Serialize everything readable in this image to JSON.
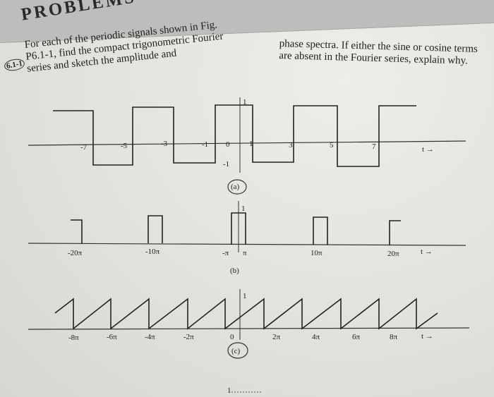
{
  "heading": "PROBLEMS",
  "problem": {
    "number": "6.1-1",
    "text_left": "For each of the periodic signals shown in Fig. P6.1-1, find the compact trigonometric Fourier series and sketch the amplitude and",
    "text_right": "phase spectra. If either the sine or cosine terms are absent in the Fourier series, explain why."
  },
  "figure_a": {
    "label": "(a)",
    "ticks": [
      "-7",
      "-5",
      "-3",
      "-1",
      "0",
      "1",
      "3",
      "5",
      "7"
    ],
    "level_high": "1",
    "level_low": "-1",
    "axis_var": "t →"
  },
  "figure_b": {
    "label": "(b)",
    "ticks": [
      "-20π",
      "-10π",
      "-π",
      "π",
      "10π",
      "20π"
    ],
    "level_high": "1",
    "axis_var": "t →"
  },
  "figure_c": {
    "label": "(c)",
    "ticks": [
      "-8π",
      "-6π",
      "-4π",
      "-2π",
      "0",
      "2π",
      "4π",
      "6π",
      "8π"
    ],
    "level_high": "1",
    "axis_var": "t →"
  },
  "footer_mark": "1"
}
